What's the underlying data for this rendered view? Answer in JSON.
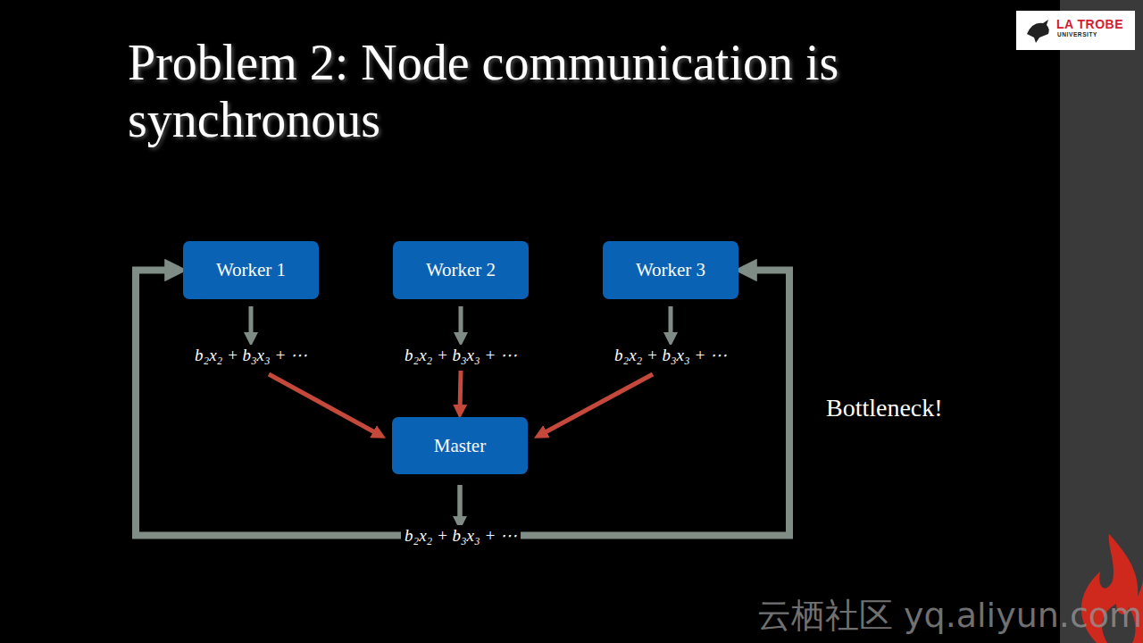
{
  "diagram": {
    "title": "Problem 2: Node communication is synchronous",
    "nodes": [
      {
        "text": [
          "Worker 1"
        ]
      },
      {
        "text": [
          "Worker 2"
        ]
      },
      {
        "text": [
          "Worker 3"
        ]
      },
      {
        "text": [
          "Master"
        ]
      }
    ],
    "edges": [
      {
        "from": 0,
        "to": 3,
        "arrow": "to",
        "label": "b₂x₂ + b₃x₃ + ⋯"
      },
      {
        "from": 1,
        "to": 3,
        "arrow": "to",
        "label": "b₂x₂ + b₃x₃ + ⋯"
      },
      {
        "from": 2,
        "to": 3,
        "arrow": "to",
        "label": "b₂x₂ + b₃x₃ + ⋯"
      },
      {
        "from": 3,
        "to": 0,
        "arrow": "to"
      },
      {
        "from": 3,
        "to": 2,
        "arrow": "to"
      }
    ],
    "labels": [
      "b₂x₂ + b₃x₃ + ⋯",
      "Bottleneck!",
      "云栖社区 yq.aliyun.com",
      "LA TROBE",
      "UNIVERSITY"
    ]
  }
}
